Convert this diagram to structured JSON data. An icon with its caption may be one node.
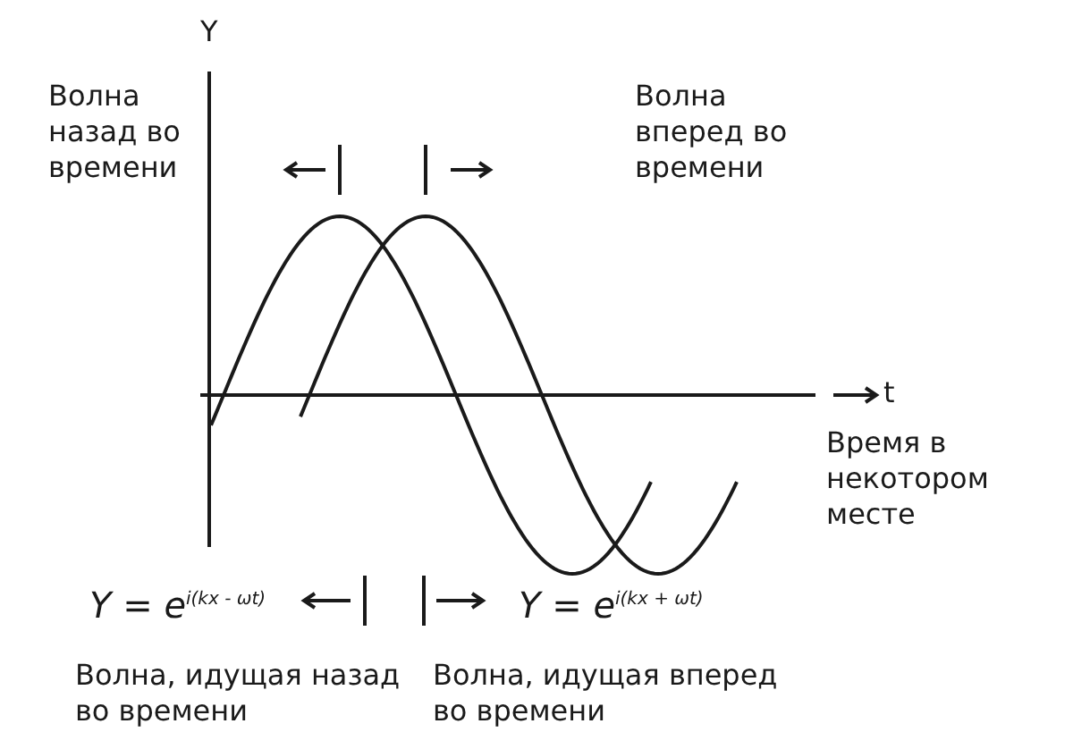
{
  "diagram": {
    "labels": [
      "Y",
      "Волна назад во времени",
      "Волна вперед во времени",
      "t",
      "Время в некотором месте",
      "Y = e$^{i(kx - ωt)}$",
      "Y = e$^{i(kx + ωt)}$",
      "Волна, идущая назад во времени",
      "Волна, идущая вперед во времени"
    ]
  }
}
